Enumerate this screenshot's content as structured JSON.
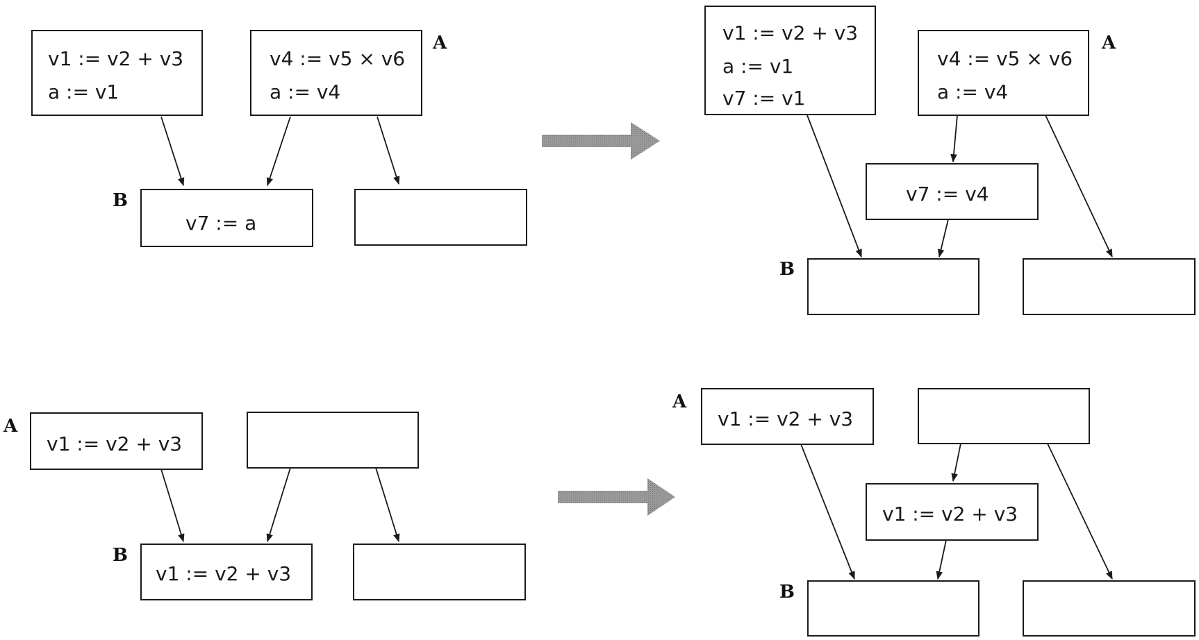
{
  "colors": {
    "stroke": "#1a1a1a",
    "transform_arrow": "#8c8c8c"
  },
  "diagrams": {
    "top_left": {
      "a1": {
        "lines": [
          "v1 := v2 + v3",
          "a := v1"
        ]
      },
      "a2": {
        "lines": [
          "v4 := v5 × v6",
          "a := v4"
        ],
        "label": "A"
      },
      "b": {
        "lines": [
          "v7 := a"
        ],
        "label": "B"
      },
      "c": {
        "lines": []
      }
    },
    "top_right": {
      "a1": {
        "lines": [
          "v1 := v2 + v3",
          "a := v1",
          "v7 := v1"
        ]
      },
      "a2": {
        "lines": [
          "v4 := v5 × v6",
          "a := v4"
        ],
        "label": "A"
      },
      "mid": {
        "lines": [
          "v7 := v4"
        ]
      },
      "b": {
        "lines": [],
        "label": "B"
      },
      "c": {
        "lines": []
      }
    },
    "bottom_left": {
      "a1": {
        "lines": [
          "v1 := v2 + v3"
        ],
        "label": "A"
      },
      "a2": {
        "lines": []
      },
      "b": {
        "lines": [
          "v1 := v2 + v3"
        ],
        "label": "B"
      },
      "c": {
        "lines": []
      }
    },
    "bottom_right": {
      "a1": {
        "lines": [
          "v1 := v2 + v3"
        ],
        "label": "A"
      },
      "a2": {
        "lines": []
      },
      "mid": {
        "lines": [
          "v1 := v2 + v3"
        ]
      },
      "b": {
        "lines": [],
        "label": "B"
      },
      "c": {
        "lines": []
      }
    }
  }
}
